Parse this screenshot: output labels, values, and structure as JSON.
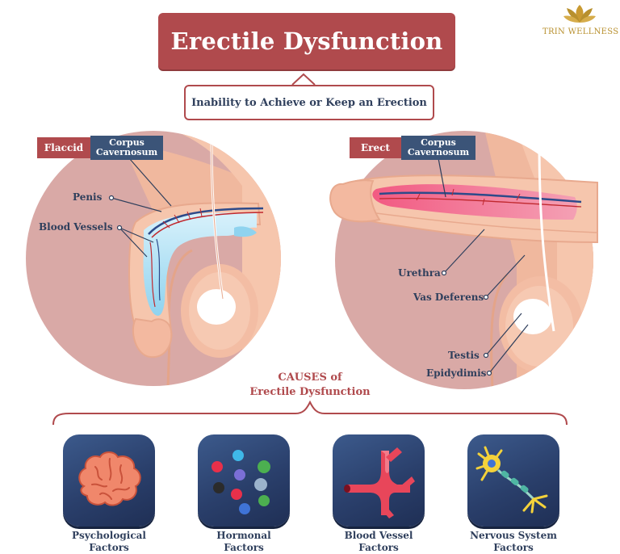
{
  "header": {
    "title": "Erectile Dysfunction",
    "subtitle": "Inability to Achieve or Keep an Erection"
  },
  "logo": {
    "text": "TRIN WELLNESS",
    "icon": "lotus-icon",
    "color": "#b8902e"
  },
  "flaccid": {
    "state_tag": "Flaccid",
    "region_tag": "Corpus Cavernosum",
    "labels": {
      "penis": "Penis",
      "blood_vessels": "Blood Vessels"
    }
  },
  "erect": {
    "state_tag": "Erect",
    "region_tag": "Corpus Cavernosum",
    "labels": {
      "urethra": "Urethra",
      "vas_deferens": "Vas Deferens",
      "testis": "Testis",
      "epididymis": "Epidydimis"
    }
  },
  "causes": {
    "heading_line1": "CAUSES of",
    "heading_line2": "Erectile Dysfunction",
    "items": [
      {
        "line1": "Psychological",
        "line2": "Factors",
        "icon": "brain-icon"
      },
      {
        "line1": "Hormonal",
        "line2": "Factors",
        "icon": "molecules-icon"
      },
      {
        "line1": "Blood Vessel",
        "line2": "Factors",
        "icon": "blood-vessel-icon"
      },
      {
        "line1": "Nervous System",
        "line2": "Factors",
        "icon": "neuron-icon"
      }
    ]
  },
  "colors": {
    "accent_red": "#b04a4d",
    "navy": "#2f3f5c",
    "circle_bg": "#d9a9a6",
    "skin": "#f6c6ad",
    "tile": "#2a3f6b"
  }
}
